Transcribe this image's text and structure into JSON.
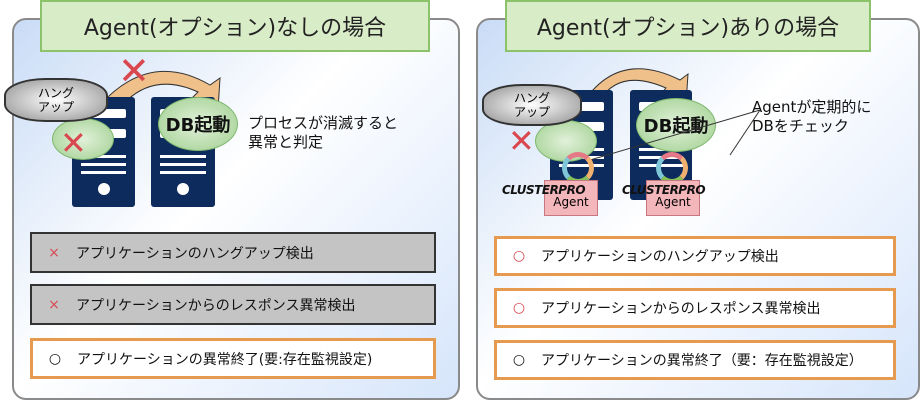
{
  "left": {
    "title": "Agent(オプション)なしの場合",
    "cloud": "ハング\nアップ",
    "db": "DB起動",
    "note_lines": [
      "プロセスが消滅すると",
      "異常と判定"
    ],
    "rows": [
      {
        "mark": "×",
        "label": "アプリケーションのハングアップ検出",
        "style": "gray"
      },
      {
        "mark": "×",
        "label": "アプリケーションからのレスポンス異常検出",
        "style": "gray"
      },
      {
        "mark": "○",
        "label": "アプリケーションの異常終了(要:存在監視設定)",
        "style": "ok"
      }
    ]
  },
  "right": {
    "title": "Agent(オプション)ありの場合",
    "cloud": "ハング\nアップ",
    "db": "DB起動",
    "note_lines": [
      "Agentが定期的に",
      "DBをチェック"
    ],
    "logo": "CLUSTERPRO",
    "agent": "Agent",
    "rows": [
      {
        "mark": "○",
        "label": "アプリケーションのハングアップ検出"
      },
      {
        "mark": "○",
        "label": "アプリケーションからのレスポンス異常検出"
      },
      {
        "mark": "○",
        "label": "アプリケーションの異常終了（要：存在監視設定）"
      }
    ]
  },
  "colors": {
    "cross": "#d9484f",
    "ok_mark": "#d9484f",
    "server": "#0d2b5c"
  }
}
